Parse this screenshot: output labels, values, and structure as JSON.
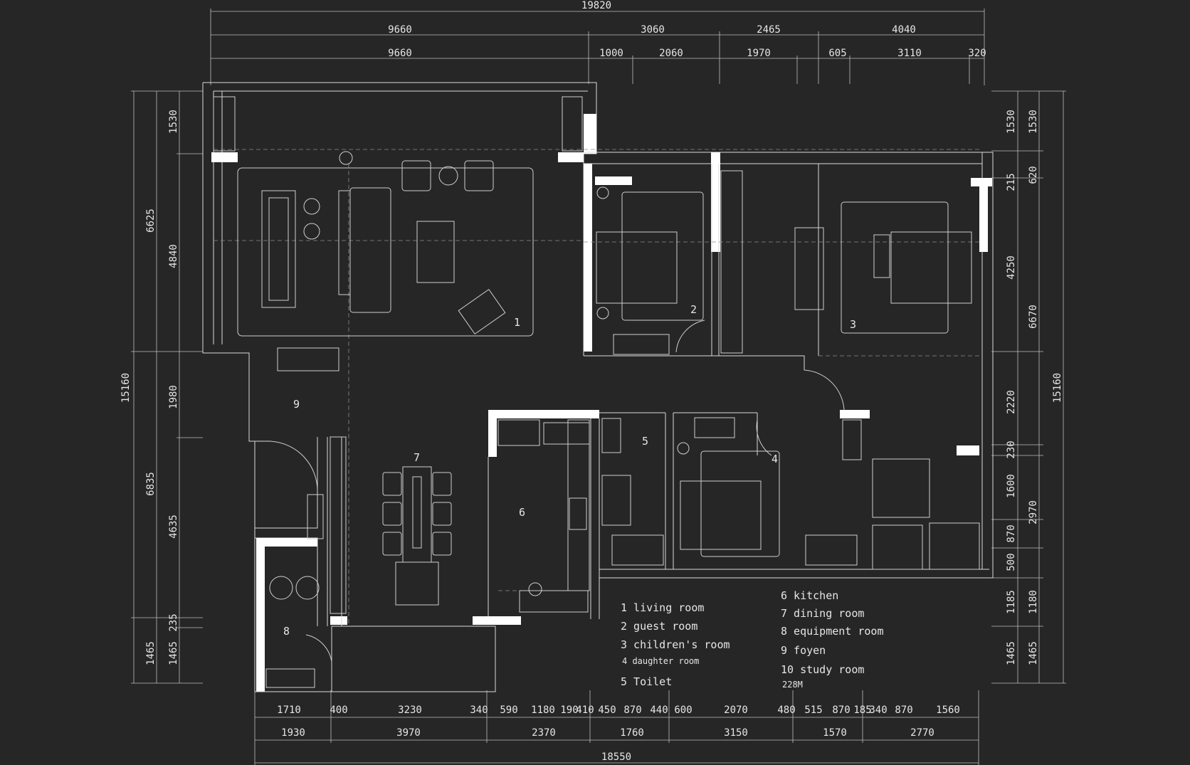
{
  "dims": {
    "top_total": "19820",
    "top_row1": [
      "9660",
      "3060",
      "2465",
      "4040"
    ],
    "top_row2": [
      "9660",
      "1000",
      "2060",
      "1970",
      "605",
      "3110",
      "320"
    ],
    "left_outer": [
      "6625",
      "15160",
      "6835",
      "1465"
    ],
    "left_inner": [
      "1530",
      "4840",
      "1980",
      "4635",
      "235",
      "1465"
    ],
    "right_inner": [
      "1530",
      "215",
      "4250",
      "2220",
      "230",
      "1600",
      "870",
      "500",
      "1185",
      "1465"
    ],
    "right_middle": [
      "1530",
      "620",
      "6670",
      "2970",
      "1180",
      "1465"
    ],
    "right_outer": [
      "15160"
    ],
    "bottom_row1": [
      "1710",
      "400",
      "3230",
      "340",
      "590",
      "1180",
      "190",
      "410",
      "450",
      "870",
      "440",
      "600",
      "2070",
      "480",
      "515",
      "870",
      "185",
      "340",
      "870",
      "1560"
    ],
    "bottom_row2": [
      "1930",
      "3970",
      "2370",
      "1760",
      "3150",
      "1570",
      "2770"
    ],
    "bottom_total": "18550"
  },
  "room_numbers": [
    "1",
    "2",
    "3",
    "4",
    "5",
    "6",
    "7",
    "8",
    "9"
  ],
  "legend_left": [
    "1 living room",
    "2 guest room",
    "3 children's room",
    "4 daughter room",
    "5 Toilet"
  ],
  "legend_right": [
    "6 kitchen",
    "7 dining room",
    "8 equipment room",
    "9 foyen",
    "10 study room",
    "228M"
  ]
}
